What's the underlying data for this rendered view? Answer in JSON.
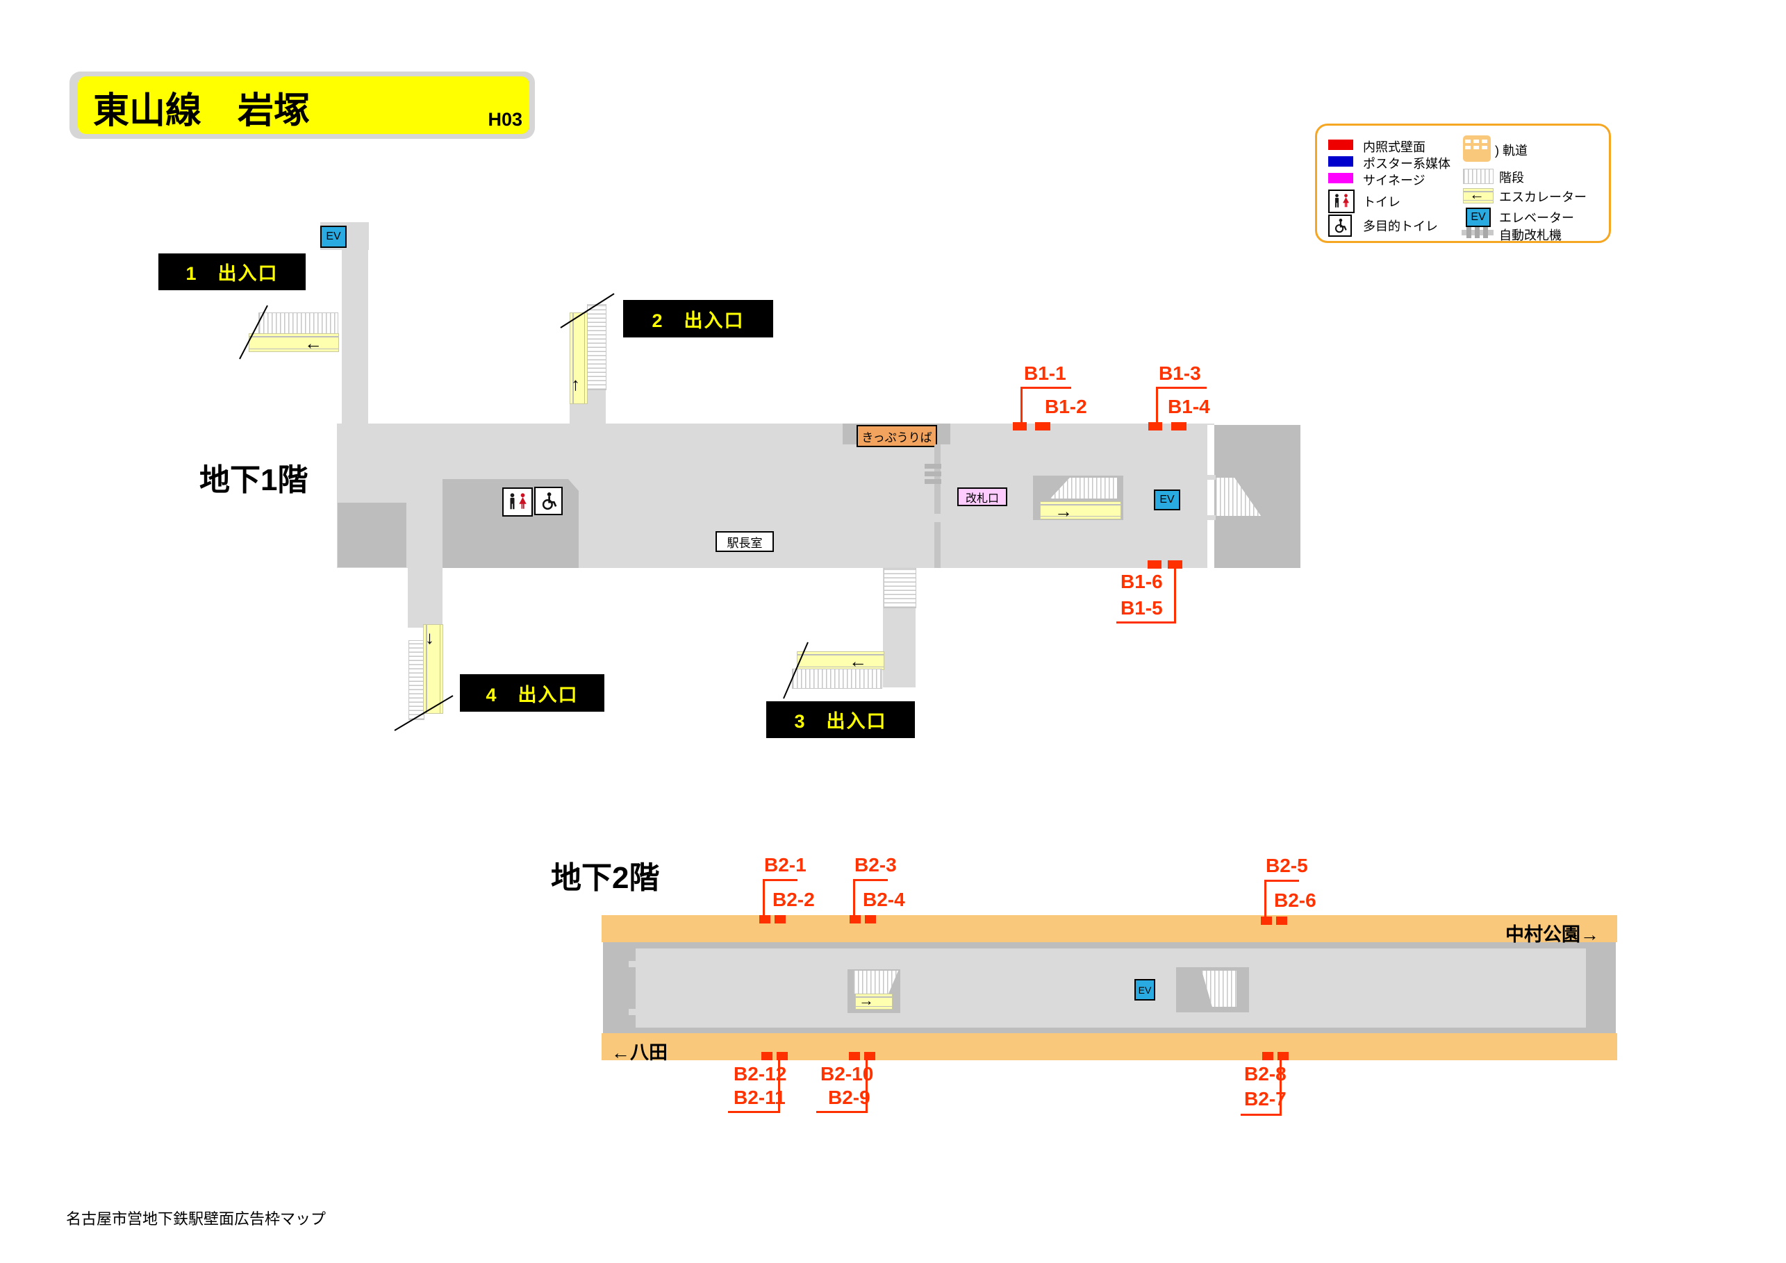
{
  "title": {
    "name": "東山線　岩塚",
    "code": "H03"
  },
  "footer": "名古屋市営地下鉄駅壁面広告枠マップ",
  "ev_label": "EV",
  "icons": {
    "arrow_left": "←",
    "arrow_right": "→",
    "arrow_up": "↑",
    "arrow_down": "↓"
  },
  "legend": {
    "left_labels": [
      "内照式壁面",
      "ポスター系媒体",
      "サイネージ",
      "トイレ",
      "多目的トイレ"
    ],
    "right_labels": [
      ") 軌道",
      "階段",
      "エスカレーター",
      "エレベーター",
      "自動改札機"
    ]
  },
  "b1": {
    "floor_label": "地下1階",
    "exits": [
      "1　出入口",
      "2　出入口",
      "3　出入口",
      "4　出入口"
    ],
    "labels": {
      "ticket": "きっぷうりば",
      "gate": "改札口",
      "office": "駅長室"
    },
    "spots": [
      "B1-1",
      "B1-2",
      "B1-3",
      "B1-4",
      "B1-5",
      "B1-6"
    ]
  },
  "b2": {
    "floor_label": "地下2階",
    "direction_right": "中村公園→",
    "direction_left": "←八田",
    "spots": [
      "B2-1",
      "B2-2",
      "B2-3",
      "B2-4",
      "B2-5",
      "B2-6",
      "B2-7",
      "B2-8",
      "B2-9",
      "B2-10",
      "B2-11",
      "B2-12"
    ]
  },
  "colors": {
    "wall_ad_red": "#FF3000",
    "poster_blue": "#0000CC",
    "signage_magenta": "#FF00FF",
    "track_orange": "#FAC87A",
    "floor_gray": "#DADADA",
    "room_gray": "#BDBDBD",
    "escalator_yellow": "#FFFFB0",
    "elevator_blue": "#29ABE2",
    "banner_yellow": "#FFFF00",
    "ticket_orange": "#F2A45F",
    "gate_pink": "#FFCCFF"
  }
}
